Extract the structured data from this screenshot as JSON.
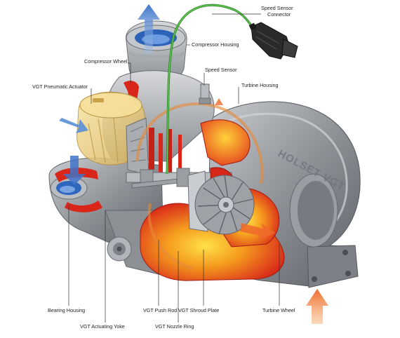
{
  "labels": {
    "speed_sensor_connector_line1": "Speed Sensor",
    "speed_sensor_connector_line2": "Connector",
    "compressor_housing": "Compressor Housing",
    "compressor_wheel": "Compressor Wheel",
    "speed_sensor": "Speed Sensor",
    "turbine_housing": "Turbine Housing",
    "vgt_pneumatic_actuator": "VGT Pneumatic Actuator",
    "bearing_housing": "Bearing Housing",
    "vgt_actuating_yoke": "VGT Actuating Yoke",
    "vgt_push_rod": "VGT Push Rod",
    "vgt_nozzle_ring": "VGT Nozzle Ring",
    "vgt_shroud_plate": "VGT Shroud Plate",
    "turbine_wheel": "Turbine Wheel"
  },
  "housing_cast_lettering": "HOLSET VGT",
  "colors": {
    "housing_gray": "#8e9196",
    "housing_light": "#c3c6ca",
    "housing_dark": "#5d6066",
    "hot_red": "#d8261a",
    "hot_orange": "#f07a1c",
    "hot_yellow": "#ffd23a",
    "actuator_yellow": "#efd27a",
    "cold_blue": "#3f74c9",
    "airflow_blue": "#5a8fd6",
    "exhaust_orange": "#f07a3a",
    "sensor_wire_green": "#39a532",
    "connector_black": "#2a2a2a",
    "leader_line": "#333333"
  }
}
